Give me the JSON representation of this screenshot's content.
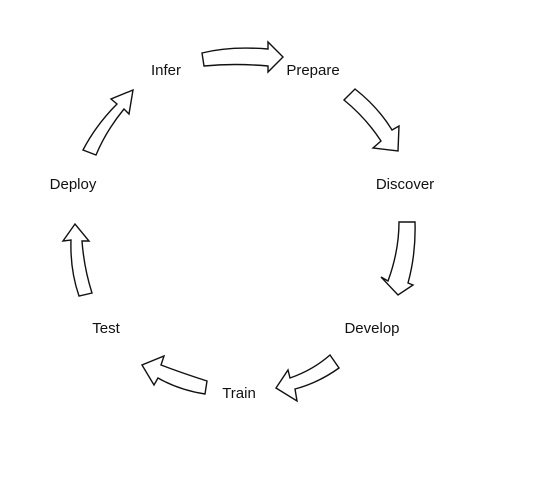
{
  "diagram": {
    "type": "cycle",
    "stages": [
      {
        "label": "Infer"
      },
      {
        "label": "Prepare"
      },
      {
        "label": "Discover"
      },
      {
        "label": "Develop"
      },
      {
        "label": "Train"
      },
      {
        "label": "Test"
      },
      {
        "label": "Deploy"
      }
    ],
    "arrows": [
      {
        "from": "Infer",
        "to": "Prepare"
      },
      {
        "from": "Prepare",
        "to": "Discover"
      },
      {
        "from": "Discover",
        "to": "Develop"
      },
      {
        "from": "Develop",
        "to": "Train"
      },
      {
        "from": "Train",
        "to": "Test"
      },
      {
        "from": "Test",
        "to": "Deploy"
      },
      {
        "from": "Deploy",
        "to": "Infer"
      }
    ],
    "colors": {
      "stroke": "#111111",
      "fill": "#ffffff",
      "text": "#111111",
      "background": "#ffffff"
    }
  }
}
